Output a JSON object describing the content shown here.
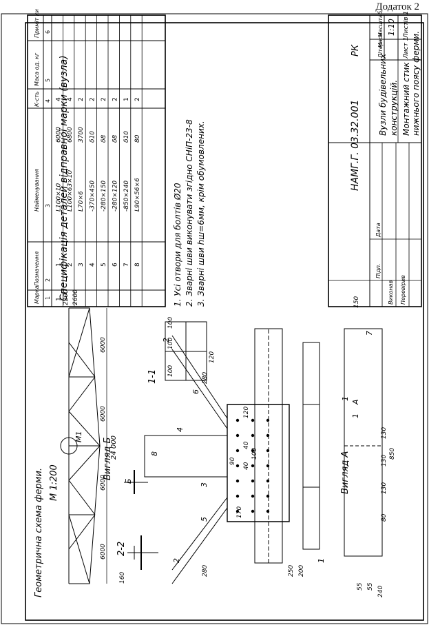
{
  "header": {
    "appendix": "Додаток 2"
  },
  "spec": {
    "title": "Специфікація деталей відправної марки (вузла)",
    "headers": [
      "Марка",
      "Позначення",
      "Найменування",
      "К-сть",
      "Маса од. кг",
      "Приміт ки"
    ],
    "colnums": [
      "1",
      "2",
      "3",
      "4",
      "5",
      "6"
    ],
    "rows": [
      {
        "mark": "1",
        "pos": "1",
        "name": "L100×10",
        "len": "6000",
        "qty": "4"
      },
      {
        "mark": "",
        "pos": "2",
        "name": "L100×63×10",
        "len": "6800",
        "qty": "4"
      },
      {
        "mark": "",
        "pos": "3",
        "name": "L70×6",
        "len": "3700",
        "qty": "2"
      },
      {
        "mark": "",
        "pos": "4",
        "name": "-370×450",
        "len": "δ10",
        "qty": "2"
      },
      {
        "mark": "",
        "pos": "5",
        "name": "-280×150",
        "len": "δ8",
        "qty": "2"
      },
      {
        "mark": "",
        "pos": "6",
        "name": "-280×120",
        "len": "δ8",
        "qty": "2"
      },
      {
        "mark": "",
        "pos": "7",
        "name": "-850×240",
        "len": "δ10",
        "qty": "1"
      },
      {
        "mark": "",
        "pos": "8",
        "name": "L90×56×6",
        "len": "80",
        "qty": "2"
      }
    ]
  },
  "notes": [
    "1. Усі отвори для болтів Ø20",
    "2. Зварні шви виконувати згідно СНіП-23-8",
    "3. Зварні шви h<sub>ш</sub>=6мм, крім обумовлених."
  ],
  "title_block": {
    "code": "НАМГ.Г.  03.32.001",
    "stage_code": "РК",
    "hdr_stage": "Літер",
    "hdr_mass": "Маса",
    "hdr_scale": "Масштаб",
    "scale": "1:10",
    "sheet": "Лист 1",
    "sheets": "Листів 1",
    "name1": "Вузли будівельних",
    "name2": "конструкцій.",
    "name3": "Монтажний стик",
    "name4": "нижнього поясу ферми.",
    "row_labels": [
      "Виконав",
      "Перевірив"
    ],
    "hdr_sign": "Підп.",
    "hdr_date": "Дата"
  },
  "drawing": {
    "truss_title": "Геометрична схема ферми.",
    "truss_scale": "М 1:200",
    "truss_node": "М1",
    "truss_spans": [
      "6000",
      "6000",
      "6000",
      "6000"
    ],
    "truss_total": "24 000",
    "truss_height": "2200",
    "truss_height2": "2600",
    "view_b": "Вигляд Б",
    "view_a": "Вигляд А",
    "sec22": "2-2",
    "sec11": "1-1",
    "dims": [
      "280",
      "280",
      "170",
      "120",
      "40",
      "40",
      "100",
      "90",
      "250",
      "200",
      "160",
      "150",
      "55",
      "55",
      "240",
      "850",
      "80",
      "130",
      "130",
      "130",
      "100",
      "100",
      "100",
      "120"
    ],
    "labels": [
      "1",
      "2",
      "2",
      "3",
      "4",
      "5",
      "6",
      "7",
      "8",
      "1",
      "А",
      "Б",
      "1"
    ]
  }
}
